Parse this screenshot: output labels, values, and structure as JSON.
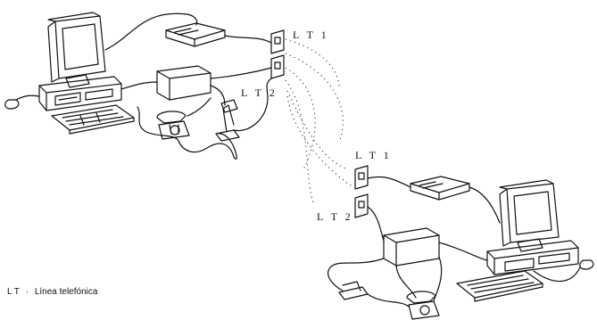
{
  "labels": {
    "top_lt1": "L T 1",
    "top_lt2": "L T 2",
    "bottom_lt1": "L T 1",
    "bottom_lt2": "L T 2"
  },
  "legend": {
    "abbrev": "L T",
    "separator": "·",
    "text": "Línea telefónica"
  },
  "icons": [
    "computer-icon",
    "keyboard-icon",
    "mouse-icon",
    "modem-icon",
    "acoustic-coupler-icon",
    "telephone-icon",
    "handset-icon",
    "wall-jack-icon"
  ]
}
